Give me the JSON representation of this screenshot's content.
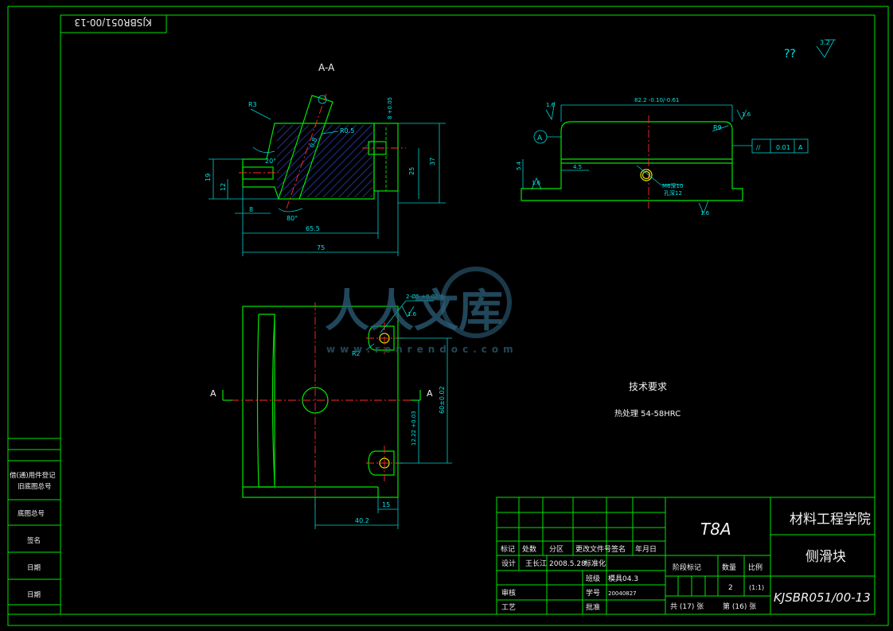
{
  "drawing": {
    "top_code": "KJSBR051/00-13",
    "roughness_symbol": "??",
    "roughness_value": "3.2",
    "section_label": "A-A",
    "tech_requirements_title": "技术要求",
    "tech_requirements_item": "热处理 54-58HRC",
    "watermark_brand": "人人文库",
    "watermark_url": "www.renrendoc.com"
  },
  "section_view": {
    "dims": [
      "R3",
      "R0.5",
      "20°",
      "80°",
      "19",
      "12",
      "8",
      "25",
      "37",
      "65.5",
      "75",
      "0.8",
      "8 +0.05"
    ]
  },
  "side_view": {
    "dims": [
      "82.2 -0.10/-0.61",
      "R9",
      "4.5",
      "5.4",
      "1.6",
      "M6深10",
      "孔深12",
      "1.6",
      "1.6",
      "1.6"
    ],
    "datum": "A",
    "tolerance": {
      "symbol": "//",
      "value": "0.01",
      "datum": "A"
    }
  },
  "plan_view": {
    "dims": [
      "2-Ø5 +0.02/0",
      "1.6",
      "R2",
      "60±0.02",
      "12.22 +0.03",
      "15",
      "40.2"
    ],
    "cut_label": "A"
  },
  "title_block": {
    "material": "T8A",
    "school": "材料工程学院",
    "part_name": "侧滑块",
    "drawing_no": "KJSBR051/00-13",
    "header_labels": [
      "标记",
      "处数",
      "分区",
      "更改文件号",
      "签名",
      "年月日"
    ],
    "design_label": "设计",
    "designer": "王长江",
    "design_date": "2008.5.28",
    "standardize_label": "标准化",
    "review_label": "审核",
    "process_label": "工艺",
    "class_label": "班级",
    "class_value": "模具04.3",
    "student_no_label": "学号",
    "student_no_value": "20040827",
    "approve_label": "批准",
    "stage_label": "阶段标记",
    "weight_label": "数量",
    "scale_label": "比例",
    "quantity": "2",
    "scale": "(1:1)",
    "sheets_total": "共 (17) 张",
    "sheet_no": "第 (16) 张"
  },
  "side_strip": {
    "labels": [
      "借(通)用件登记",
      "旧底图总号",
      "底图总号",
      "签名",
      "日期",
      "日期"
    ]
  }
}
